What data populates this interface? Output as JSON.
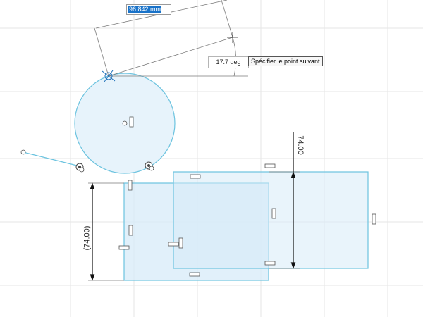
{
  "sketch": {
    "length_input": "96.842 mm",
    "angle_value": "17.7 deg",
    "tooltip": "Spécifier le point suivant",
    "dim_right": "74.00",
    "dim_left": "(74.00)"
  },
  "colors": {
    "sketch_line": "#6cc3df",
    "fill": "#e7f3fb",
    "grid": "#e6e6e6",
    "dim_line": "#7a7a7a",
    "selection": "#1a73c9"
  },
  "icons": [
    "horizontal-constraint-icon",
    "vertical-constraint-icon",
    "coincident-constraint-icon",
    "cursor-crosshair-icon"
  ]
}
